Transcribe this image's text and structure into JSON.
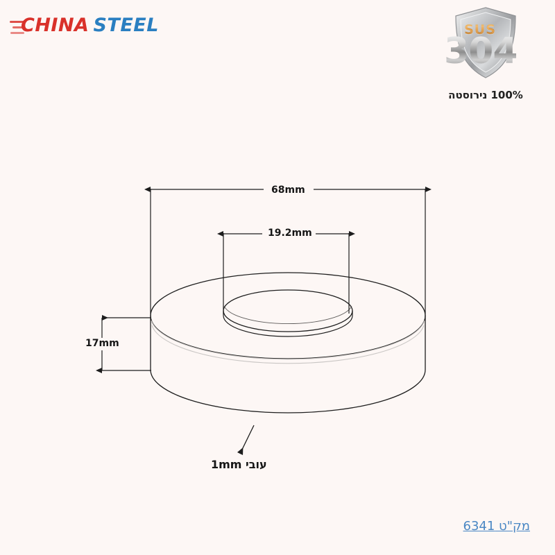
{
  "page": {
    "background_color": "#fdf7f5"
  },
  "brand": {
    "name_part1": "CHINA",
    "name_part2": "STEEL",
    "color_part1": "#d9312a",
    "color_part2": "#2a7fc1"
  },
  "badge": {
    "standard_prefix": "SUS",
    "grade_number": "304",
    "caption": "100% נירוסטה",
    "shield_color": "#b9bbbd",
    "sus_color": "#d9901f",
    "number_color": "#9a9a9a"
  },
  "drawing": {
    "part_type": "flat-washer",
    "line_color": "#1d1d1d",
    "dimensions": {
      "outer_diameter": "68mm",
      "inner_diameter": "19.2mm",
      "height": "17mm",
      "thickness": "עובי 1mm"
    }
  },
  "footer": {
    "sku_label": "מק\"ט 6341",
    "sku_color": "#4a87c4"
  }
}
